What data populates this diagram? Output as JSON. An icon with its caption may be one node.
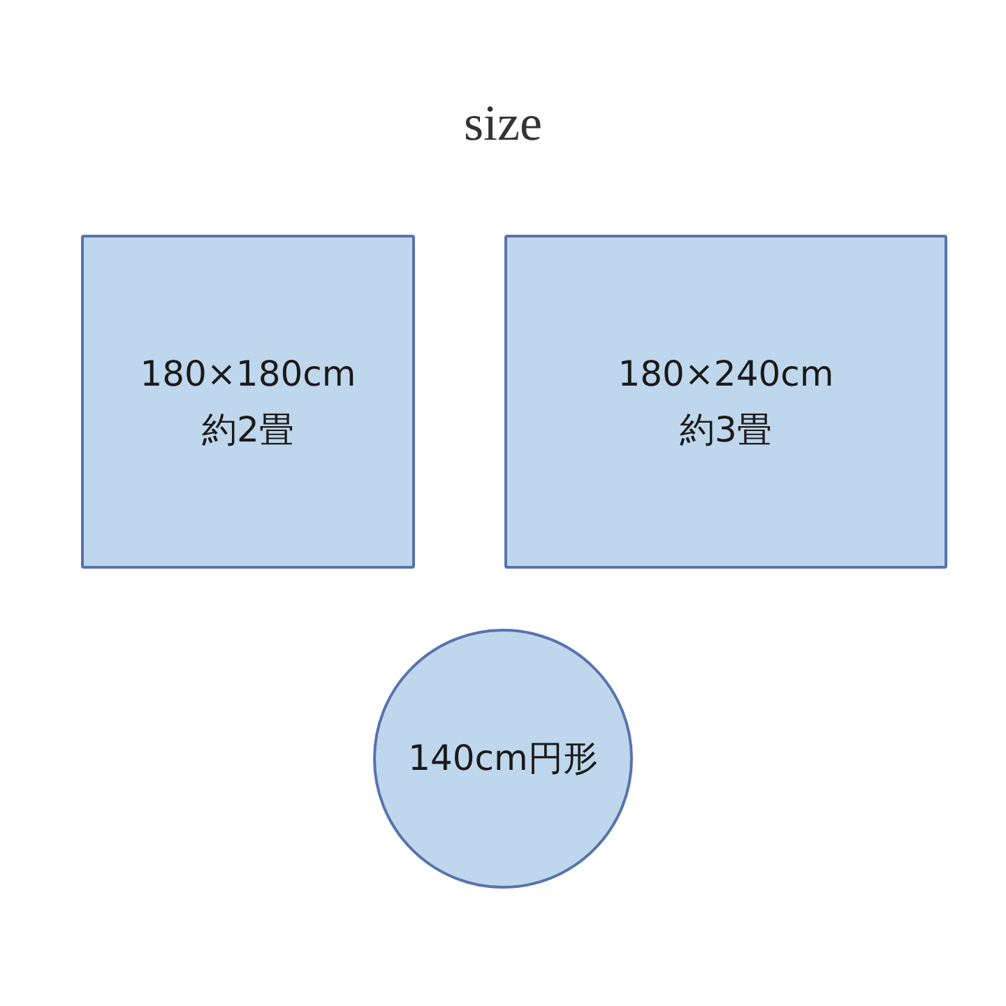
{
  "diagram": {
    "title": "size",
    "nodes": [
      {
        "text": [
          "180×180cm",
          "約2畳"
        ]
      },
      {
        "text": [
          "180×240cm",
          "約3畳"
        ]
      },
      {
        "text": [
          "140cm円形"
        ]
      }
    ]
  }
}
